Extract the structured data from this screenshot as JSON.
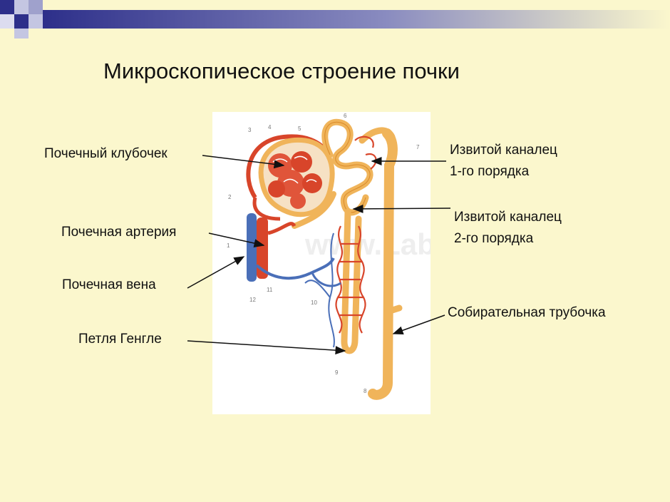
{
  "slide": {
    "title": "Микроскопическое строение почки",
    "colors": {
      "background": "#fbf7cd",
      "artery": "#d8452a",
      "vein": "#4a6fb8",
      "tubule": "#f0b45a"
    }
  },
  "labels": {
    "glomerulus": "Почечный клубочек",
    "artery": "Почечная артерия",
    "vein": "Почечная вена",
    "loop": "Петля Генгле",
    "tubule1_line1": "Извитой каналец",
    "tubule1_line2": "1-го порядка",
    "tubule2_line1": "Извитой каналец",
    "tubule2_line2": "2-го порядка",
    "collecting": "Собирательная трубочка"
  },
  "figure": {
    "numbers": [
      "1",
      "2",
      "3",
      "4",
      "5",
      "6",
      "7",
      "8",
      "9",
      "10",
      "11",
      "12"
    ],
    "watermark": "www.Lab"
  }
}
